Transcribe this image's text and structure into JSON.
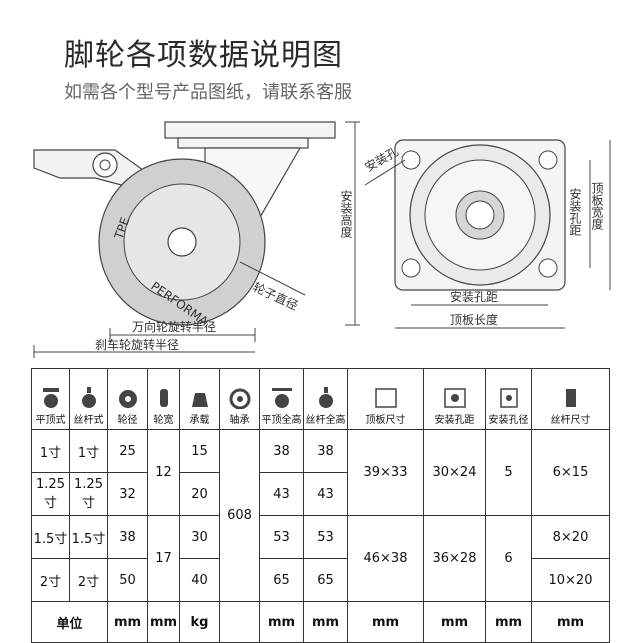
{
  "title": "脚轮各项数据说明图",
  "subtitle": "如需各个型号产品图纸，请联系客服",
  "diagram": {
    "install_height": "安装高度",
    "wheel_diameter": "轮子直径",
    "swivel_radius": "万向轮旋转半径",
    "brake_swivel_radius": "刹车轮旋转半径",
    "install_hole": "安装孔",
    "plate_width": "顶板宽度",
    "install_hole_spacing_v": "安装孔距",
    "install_hole_spacing_h": "安装孔距",
    "plate_length": "顶板长度",
    "tire_text": "PERFORMA",
    "tire_text2": "TPE"
  },
  "table": {
    "headers": [
      "平顶式",
      "丝杆式",
      "轮径",
      "轮宽",
      "承载",
      "轴承",
      "平顶全高",
      "丝杆全高",
      "顶板尺寸",
      "安装孔距",
      "安装孔径",
      "丝杆尺寸"
    ],
    "rows": [
      [
        "1寸",
        "1寸",
        "25",
        "15",
        "38",
        "38"
      ],
      [
        "1.25寸",
        "1.25寸",
        "32",
        "20",
        "43",
        "43"
      ],
      [
        "1.5寸",
        "1.5寸",
        "38",
        "30",
        "53",
        "53"
      ],
      [
        "2寸",
        "2寸",
        "50",
        "40",
        "65",
        "65"
      ]
    ],
    "wheel_width": [
      "12",
      "17"
    ],
    "bearing": "608",
    "plate_size": [
      "39×33",
      "46×38"
    ],
    "hole_spacing": [
      "30×24",
      "36×28"
    ],
    "hole_diameter": [
      "5",
      "6"
    ],
    "screw_size": [
      "6×15",
      "8×20",
      "10×20"
    ],
    "unit_label": "单位",
    "units": [
      "mm",
      "mm",
      "kg",
      "mm",
      "mm",
      "mm",
      "mm",
      "mm",
      "mm"
    ]
  },
  "colors": {
    "line": "#444444",
    "wheel_tire": "#cccccc",
    "text": "#333333"
  }
}
